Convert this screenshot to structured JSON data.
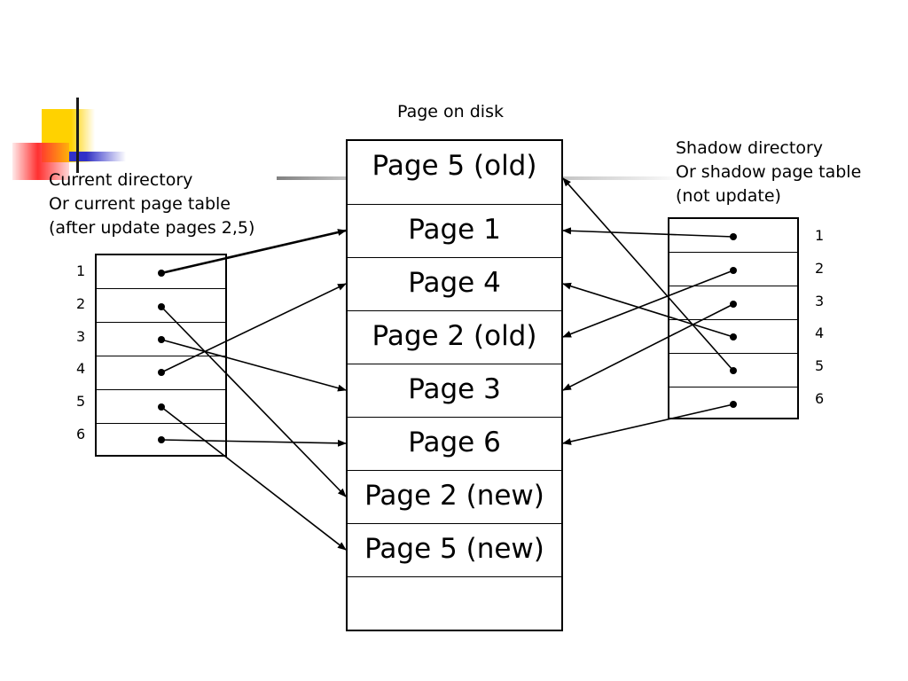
{
  "disk": {
    "title": "Page on disk",
    "pages": [
      "Page 5 (old)",
      "Page 1",
      "Page 4",
      "Page 2 (old)",
      "Page 3",
      "Page 6",
      "Page 2 (new)",
      "Page 5 (new)",
      ""
    ]
  },
  "current_directory": {
    "label_lines": [
      "Current directory",
      "Or current page table",
      "(after update pages 2,5)"
    ],
    "row_numbers": [
      "1",
      "2",
      "3",
      "4",
      "5",
      "6"
    ],
    "pointers": [
      1,
      6,
      4,
      2,
      7,
      5
    ]
  },
  "shadow_directory": {
    "label_lines": [
      "Shadow directory",
      "Or shadow page table",
      "(not update)"
    ],
    "row_numbers": [
      "1",
      "2",
      "3",
      "4",
      "5",
      "6"
    ],
    "pointers": [
      1,
      3,
      4,
      2,
      0,
      5
    ]
  },
  "colors": {
    "accent_yellow": "#ffd200",
    "accent_red": "#ff3030",
    "accent_blue": "#3030c8"
  }
}
